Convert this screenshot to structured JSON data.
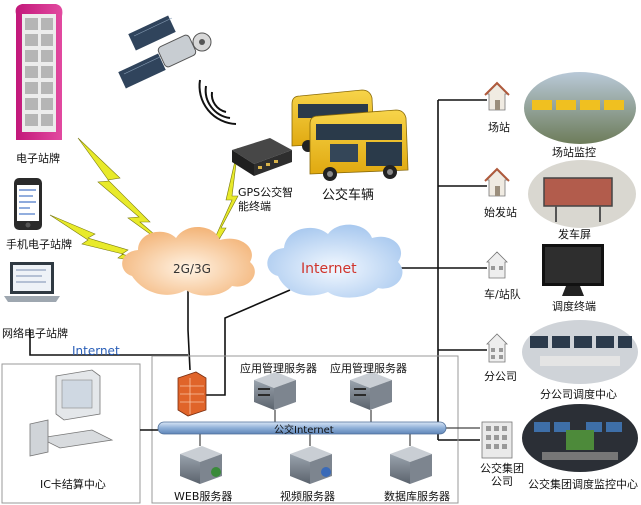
{
  "nodes": {
    "e_stop_sign": "电子站牌",
    "mobile_sign": "手机电子站牌",
    "web_sign": "网络电子站牌",
    "gps_terminal": "GPS公交智能终端",
    "bus": "公交车辆",
    "net_2g3g": "2G/3G",
    "internet_cloud": "Internet",
    "internet_link": "Internet",
    "ic_center": "IC卡结算中心",
    "app_server_1": "应用管理服务器",
    "app_server_2": "应用管理服务器",
    "bus_internet": "公交Internet",
    "web_server": "WEB服务器",
    "video_server": "视频服务器",
    "db_server": "数据库服务器",
    "yard": "场站",
    "yard_monitor": "场站监控",
    "origin_station": "始发站",
    "depart_screen": "发车屏",
    "fleet": "车/站队",
    "dispatch_terminal": "调度终端",
    "branch": "分公司",
    "branch_dispatch": "分公司调度中心",
    "group": "公交集团公司",
    "group_dispatch": "公交集团调度监控中心"
  },
  "colors": {
    "cloud_2g3g": "#f6c08a",
    "cloud_internet": "#b7d3f2",
    "lightning": "#e5e51a",
    "internet_text": "#d0342c",
    "link_blue": "#2a5fb8",
    "bus_yellow": "#f2c21a"
  },
  "icons": [
    "satellite-icon",
    "signal-waves-icon",
    "bus-icon",
    "gps-device-icon",
    "phone-icon",
    "laptop-icon",
    "e-stop-sign-icon",
    "house-icon",
    "monitor-icon",
    "server-icon",
    "firewall-icon",
    "computer-icon",
    "building-icon",
    "photo-thumbnail"
  ]
}
